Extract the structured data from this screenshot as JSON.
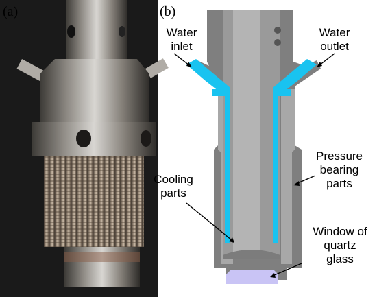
{
  "panels": {
    "a": {
      "label": "(a)"
    },
    "b": {
      "label": "(b)"
    }
  },
  "annotations": {
    "water_inlet": "Water\ninlet",
    "water_outlet": "Water\noutlet",
    "pressure_bearing": "Pressure\nbearing\nparts",
    "cooling_parts": "Cooling\nparts",
    "window": "Window of\nquartz\nglass"
  },
  "colors": {
    "steel_gray": "#7f7f7f",
    "steel_light": "#a8a8a8",
    "bore_gray": "#9a9a9a",
    "coolant_cyan": "#19c3f0",
    "quartz": "#c9c4f5"
  }
}
